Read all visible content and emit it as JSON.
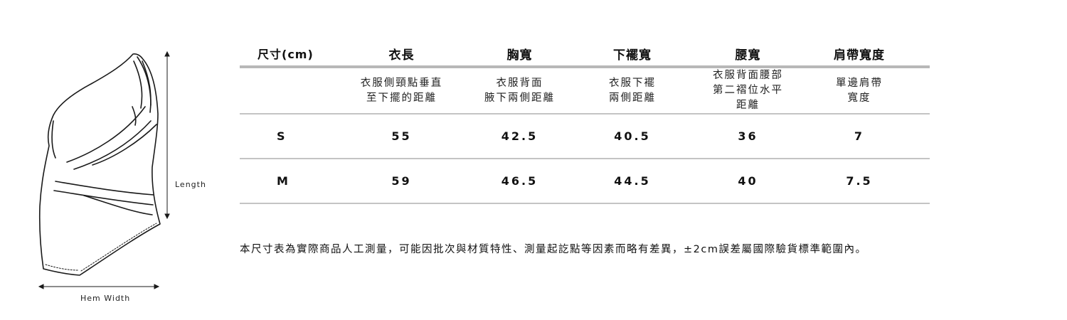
{
  "illustration": {
    "length_label": "Length",
    "hem_label": "Hem Width"
  },
  "table": {
    "headers": [
      "尺寸(cm)",
      "衣長",
      "胸寬",
      "下襬寬",
      "腰寬",
      "肩帶寬度"
    ],
    "descriptions": [
      [],
      [
        "衣服側頸點垂直",
        "至下擺的距離"
      ],
      [
        "衣服背面",
        "腋下兩側距離"
      ],
      [
        "衣服下襬",
        "兩側距離"
      ],
      [
        "衣服背面腰部",
        "第二褶位水平距離"
      ],
      [
        "單邊肩帶",
        "寬度"
      ]
    ],
    "rows": [
      [
        "S",
        "55",
        "42.5",
        "40.5",
        "36",
        "7"
      ],
      [
        "M",
        "59",
        "46.5",
        "44.5",
        "40",
        "7.5"
      ]
    ]
  },
  "note": "本尺寸表為實際商品人工測量，可能因批次與材質特性、測量起訖點等因素而略有差異，±2cm誤差屬國際驗貨標準範圍內。"
}
